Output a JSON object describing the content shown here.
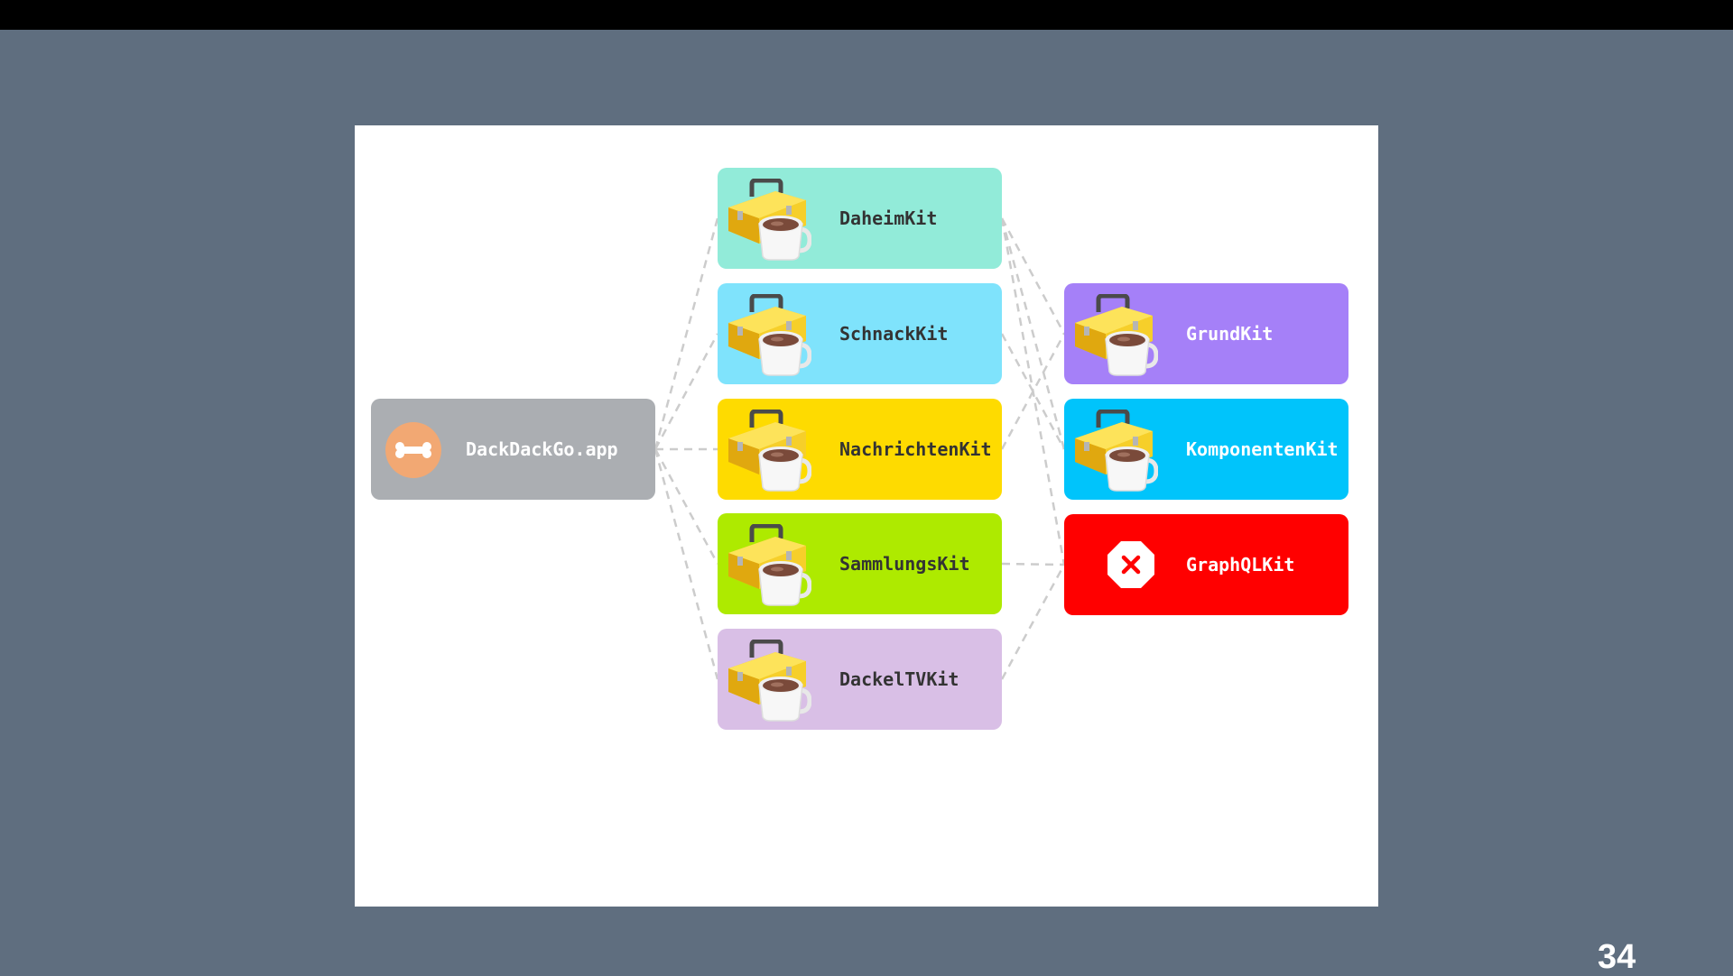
{
  "app": {
    "label": "DackDackGo.app",
    "icon": "bone-icon",
    "color": "#abaeb2",
    "icon_color": "#f2a873"
  },
  "middle_kits": [
    {
      "label": "DaheimKit",
      "color": "#92ebd9",
      "icon": "toolbox-coffee-icon"
    },
    {
      "label": "SchnackKit",
      "color": "#7fe3fc",
      "icon": "toolbox-coffee-icon"
    },
    {
      "label": "NachrichtenKit",
      "color": "#fedb00",
      "icon": "toolbox-coffee-icon"
    },
    {
      "label": "SammlungsKit",
      "color": "#aeea00",
      "icon": "toolbox-coffee-icon"
    },
    {
      "label": "DackelTVKit",
      "color": "#d9bfe6",
      "icon": "toolbox-coffee-icon"
    }
  ],
  "right_kits": [
    {
      "label": "GrundKit",
      "color": "#a580f8",
      "icon": "toolbox-coffee-icon"
    },
    {
      "label": "KomponentenKit",
      "color": "#00c4fb",
      "icon": "toolbox-coffee-icon"
    },
    {
      "label": "GraphQLKit",
      "color": "#ff0000",
      "icon": "error-x-icon"
    }
  ],
  "edges": [
    [
      "app",
      "DaheimKit"
    ],
    [
      "app",
      "SchnackKit"
    ],
    [
      "app",
      "NachrichtenKit"
    ],
    [
      "app",
      "SammlungsKit"
    ],
    [
      "app",
      "DackelTVKit"
    ],
    [
      "DaheimKit",
      "GrundKit"
    ],
    [
      "DaheimKit",
      "KomponentenKit"
    ],
    [
      "DaheimKit",
      "GraphQLKit"
    ],
    [
      "SchnackKit",
      "KomponentenKit"
    ],
    [
      "NachrichtenKit",
      "GrundKit"
    ],
    [
      "SammlungsKit",
      "GraphQLKit"
    ],
    [
      "DackelTVKit",
      "GraphQLKit"
    ]
  ],
  "edge_color": "#cccccc",
  "page_number": "34"
}
